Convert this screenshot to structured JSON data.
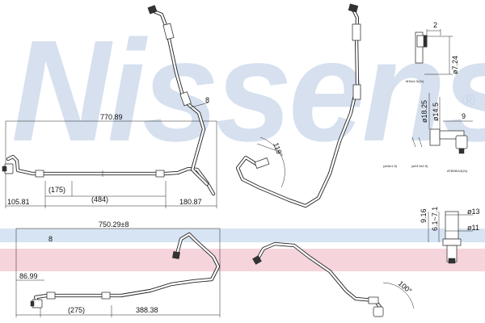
{
  "brand": {
    "watermark": "Nissens",
    "registered_mark": "®",
    "watermark_color": "#c9d6ea",
    "band_blue": "#d6e4f3",
    "band_pink": "#f6d4dc"
  },
  "upper_drawing": {
    "overall_length": "770.89",
    "bracket_spacing": "(175)",
    "mid_span": "(484)",
    "left_end": "105.81",
    "right_end": "180.87",
    "label_a": "8",
    "label_b": "119°"
  },
  "lower_drawing": {
    "overall_length": "750.29±8",
    "label_a": "8",
    "left_end": "86.99",
    "bracket_spacing": "(275)",
    "right_end": "388.38",
    "label_b": "100°"
  },
  "detail_a": {
    "dim_width": "2",
    "dim_dia": "ø7.24",
    "caption": "M16x1.5(2x)"
  },
  "detail_b": {
    "dim_1": "ø18.25",
    "dim_2": "ø14.5",
    "dim_3": "9",
    "thread_1": "(ø16x1.5)",
    "thread_2": "(ø13.9x2.5)",
    "caption": "ATB08114(2x)"
  },
  "detail_c": {
    "dim_1": "9.16",
    "dim_2": "6.1~7.1",
    "dim_3": "ø13",
    "dim_4": "ø11"
  }
}
